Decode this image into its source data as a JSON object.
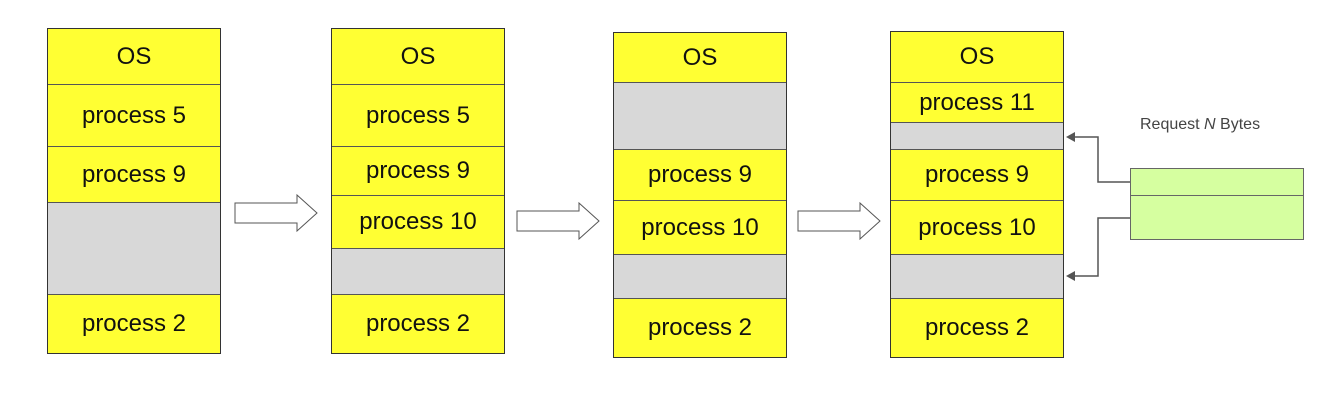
{
  "colors": {
    "process": "#ffff33",
    "hole": "#d8d8d8",
    "request": "#d6ffa0"
  },
  "stacks": [
    {
      "segments": [
        {
          "label": "OS",
          "type": "process"
        },
        {
          "label": "process 5",
          "type": "process"
        },
        {
          "label": "process 9",
          "type": "process"
        },
        {
          "label": "",
          "type": "hole"
        },
        {
          "label": "process 2",
          "type": "process"
        }
      ]
    },
    {
      "segments": [
        {
          "label": "OS",
          "type": "process"
        },
        {
          "label": "process 5",
          "type": "process"
        },
        {
          "label": "process 9",
          "type": "process"
        },
        {
          "label": "process 10",
          "type": "process"
        },
        {
          "label": "",
          "type": "hole"
        },
        {
          "label": "process 2",
          "type": "process"
        }
      ]
    },
    {
      "segments": [
        {
          "label": "OS",
          "type": "process"
        },
        {
          "label": "",
          "type": "hole"
        },
        {
          "label": "process 9",
          "type": "process"
        },
        {
          "label": "process 10",
          "type": "process"
        },
        {
          "label": "",
          "type": "hole"
        },
        {
          "label": "process 2",
          "type": "process"
        }
      ]
    },
    {
      "segments": [
        {
          "label": "OS",
          "type": "process"
        },
        {
          "label": "process 11",
          "type": "process"
        },
        {
          "label": "",
          "type": "hole"
        },
        {
          "label": "process 9",
          "type": "process"
        },
        {
          "label": "process 10",
          "type": "process"
        },
        {
          "label": "",
          "type": "hole"
        },
        {
          "label": "process 2",
          "type": "process"
        }
      ]
    }
  ],
  "request": {
    "prefix": "Request ",
    "n": "N",
    "suffix": " Bytes"
  }
}
